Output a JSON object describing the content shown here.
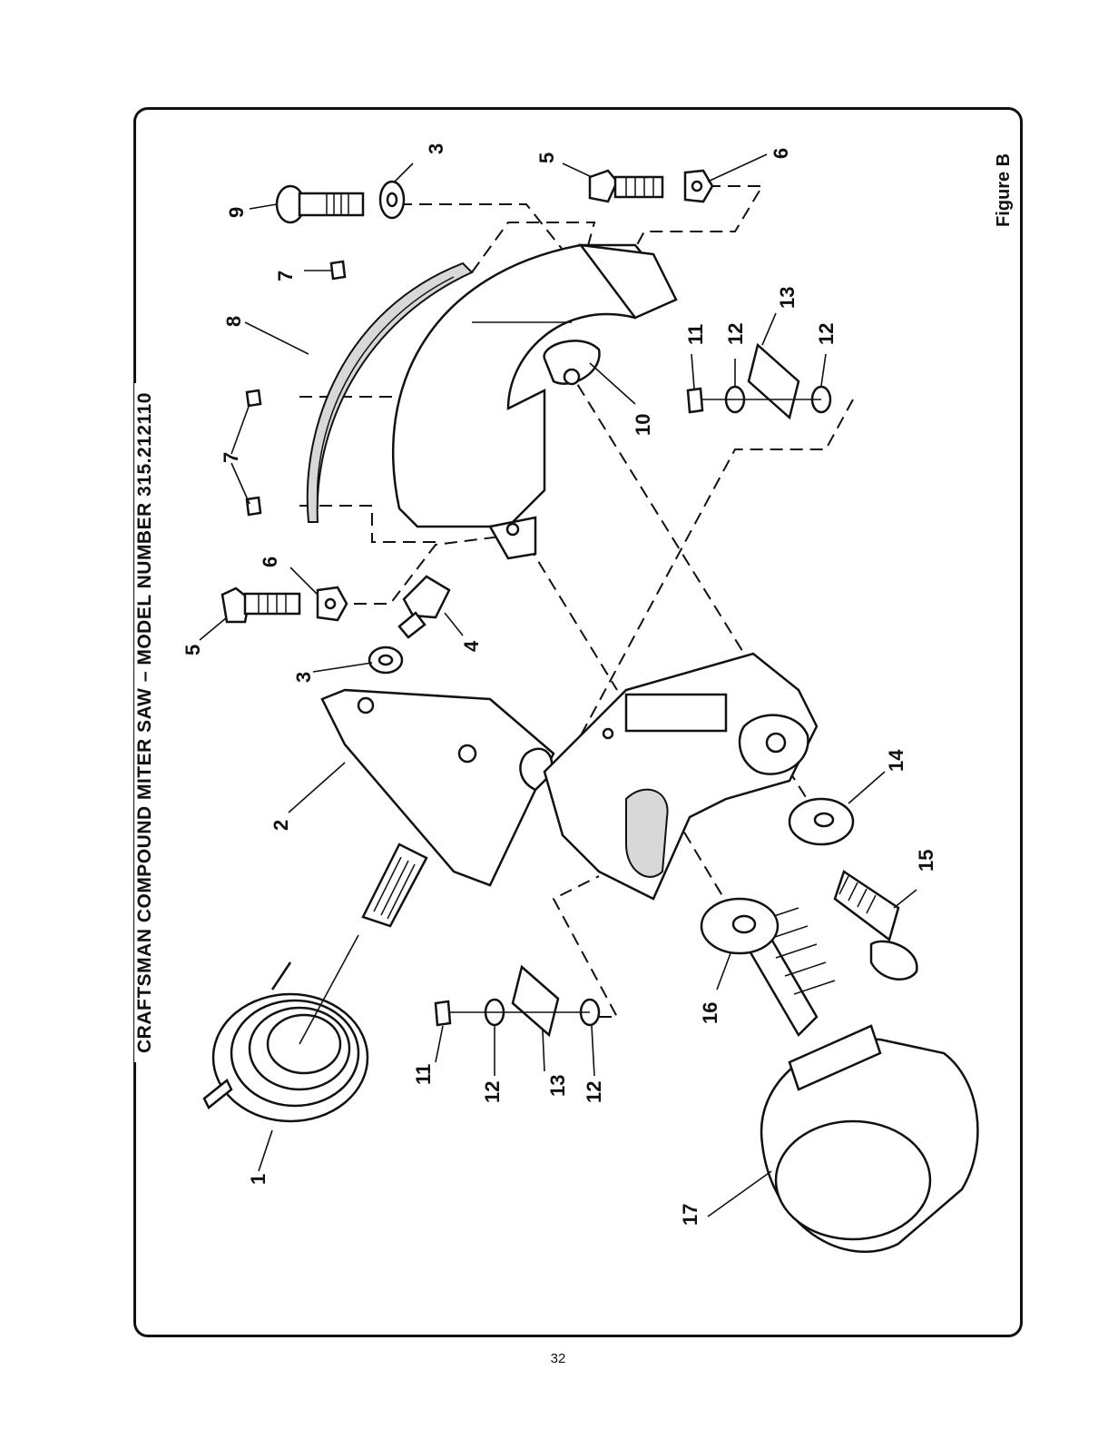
{
  "header": {
    "title": "CRAFTSMAN COMPOUND MITER SAW – MODEL NUMBER 315.212110"
  },
  "figure": {
    "label": "Figure B"
  },
  "callouts": [
    {
      "id": "c1",
      "text": "1"
    },
    {
      "id": "c2",
      "text": "2"
    },
    {
      "id": "c3a",
      "text": "3"
    },
    {
      "id": "c3b",
      "text": "3"
    },
    {
      "id": "c4",
      "text": "4"
    },
    {
      "id": "c5a",
      "text": "5"
    },
    {
      "id": "c5b",
      "text": "5"
    },
    {
      "id": "c6a",
      "text": "6"
    },
    {
      "id": "c6b",
      "text": "6"
    },
    {
      "id": "c7a",
      "text": "7"
    },
    {
      "id": "c7b",
      "text": "7"
    },
    {
      "id": "c8",
      "text": "8"
    },
    {
      "id": "c9",
      "text": "9"
    },
    {
      "id": "c10",
      "text": "10"
    },
    {
      "id": "c11a",
      "text": "11"
    },
    {
      "id": "c11b",
      "text": "11"
    },
    {
      "id": "c12a",
      "text": "12"
    },
    {
      "id": "c12b",
      "text": "12"
    },
    {
      "id": "c12c",
      "text": "12"
    },
    {
      "id": "c12d",
      "text": "12"
    },
    {
      "id": "c13a",
      "text": "13"
    },
    {
      "id": "c13b",
      "text": "13"
    },
    {
      "id": "c14",
      "text": "14"
    },
    {
      "id": "c15",
      "text": "15"
    },
    {
      "id": "c16",
      "text": "16"
    },
    {
      "id": "c17",
      "text": "17"
    }
  ],
  "footer": {
    "page_number": "32"
  }
}
